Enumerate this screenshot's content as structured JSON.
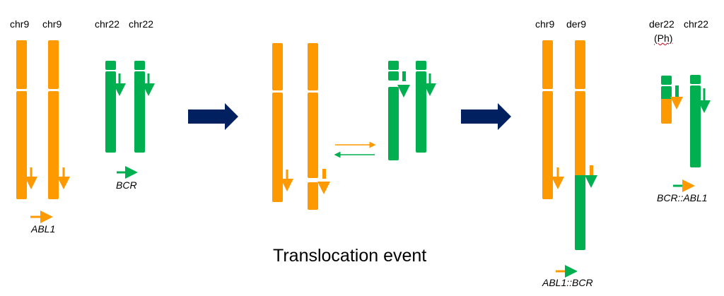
{
  "colors": {
    "chr9": "#ff9900",
    "chr22": "#00b050",
    "big_arrow": "#002060"
  },
  "labels": {
    "panel1": [
      "chr9",
      "chr9",
      "chr22",
      "chr22"
    ],
    "panel3": [
      "chr9",
      "der9",
      "der22",
      "chr22"
    ],
    "ph": "(Ph)"
  },
  "genes": {
    "abl1": "ABL1",
    "bcr": "BCR",
    "fusion_der9": "ABL1::BCR",
    "fusion_der22": "BCR::ABL1"
  },
  "caption": "Translocation event"
}
